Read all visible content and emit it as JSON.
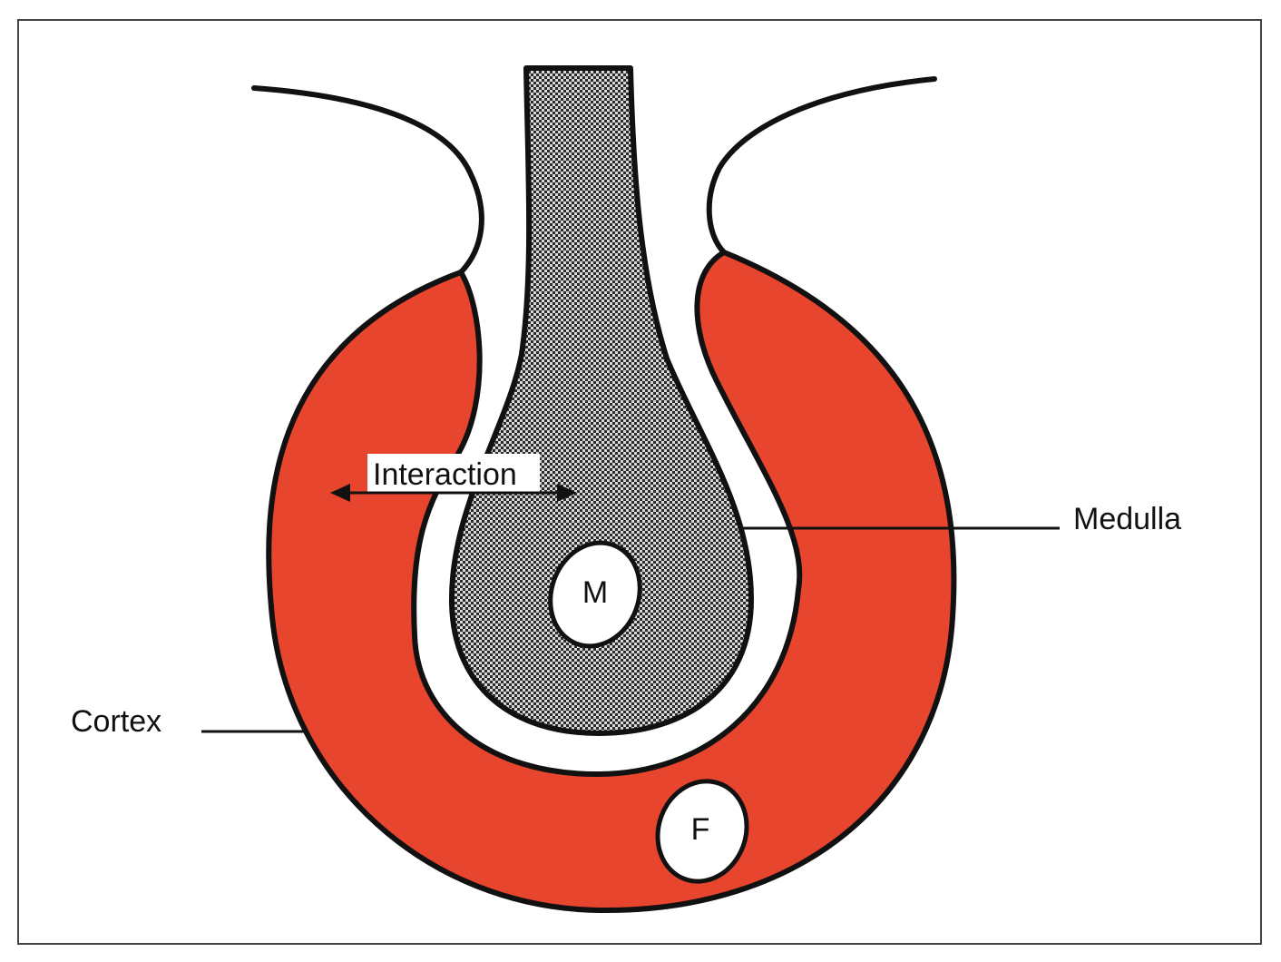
{
  "labels": {
    "interaction": "Interaction",
    "medulla": "Medulla",
    "cortex": "Cortex",
    "m": "M",
    "f": "F"
  },
  "colors": {
    "cortex_fill": "#e8452e",
    "medulla_fill": "#7a7a7a",
    "outline": "#111111",
    "background": "#ffffff"
  }
}
